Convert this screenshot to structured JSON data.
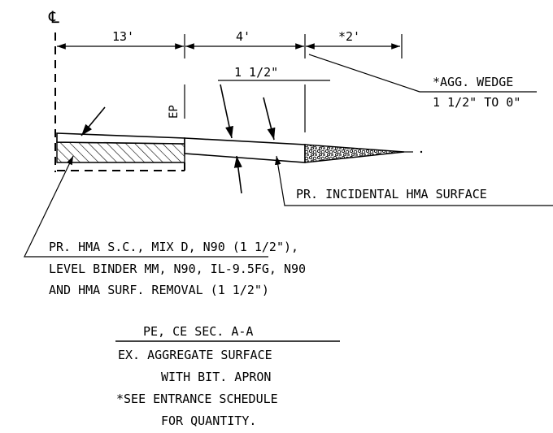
{
  "centerline_symbol": "℄",
  "dimensions": {
    "first": "13'",
    "second": "4'",
    "third": "*2'"
  },
  "ep_label": "EP",
  "thickness_label": "1 1/2\"",
  "wedge_note": {
    "line1": "*AGG. WEDGE",
    "line2": "1 1/2\" TO 0\""
  },
  "incidental_note": "PR. INCIDENTAL HMA SURFACE",
  "hma_note": {
    "line1": "PR. HMA S.C., MIX D, N90 (1 1/2\"),",
    "line2": "LEVEL BINDER MM, N90, IL-9.5FG, N90",
    "line3": "AND HMA SURF. REMOVAL (1 1/2\")"
  },
  "section_title": {
    "line1": "PE, CE SEC. A-A",
    "line2": "EX. AGGREGATE SURFACE",
    "line3": "WITH BIT. APRON",
    "line4": "*SEE ENTRANCE SCHEDULE",
    "line5": "FOR QUANTITY."
  }
}
